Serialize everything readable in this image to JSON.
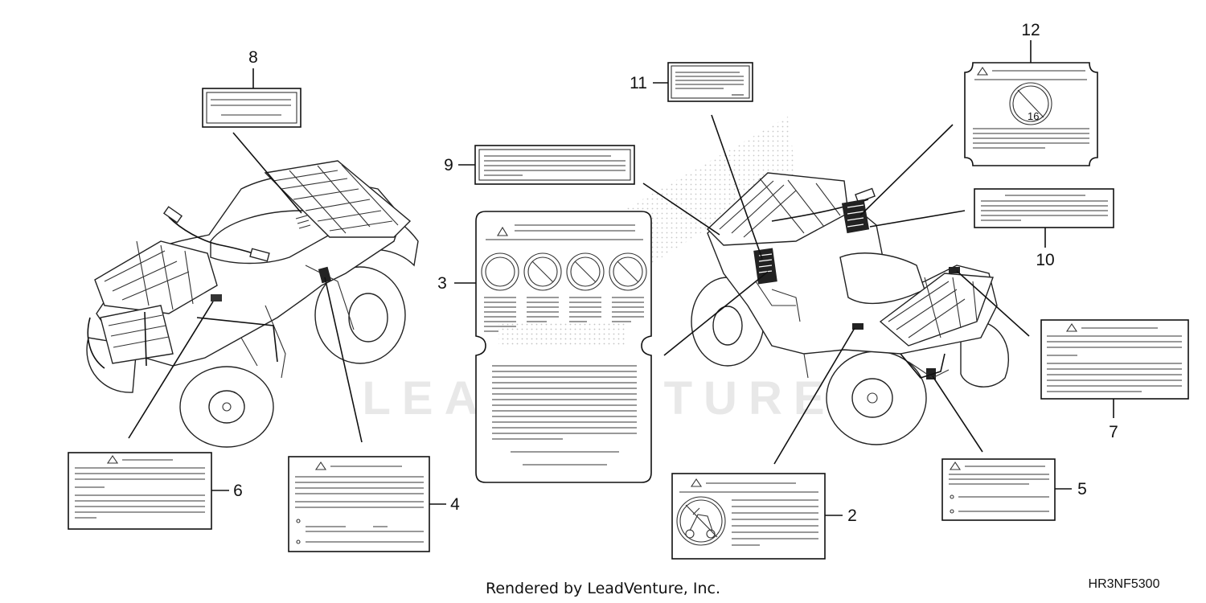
{
  "callouts": {
    "c1": "2",
    "c2": "3",
    "c3": "4",
    "c4": "5",
    "c5": "6",
    "c6": "7",
    "c7": "8",
    "c8": "9",
    "c9": "10",
    "c10": "11",
    "c11": "12"
  },
  "footer": "Rendered by LeadVenture, Inc.",
  "diagram_code": "HR3NF5300",
  "watermark": "LEADVENTURE",
  "label_12_number": "16"
}
